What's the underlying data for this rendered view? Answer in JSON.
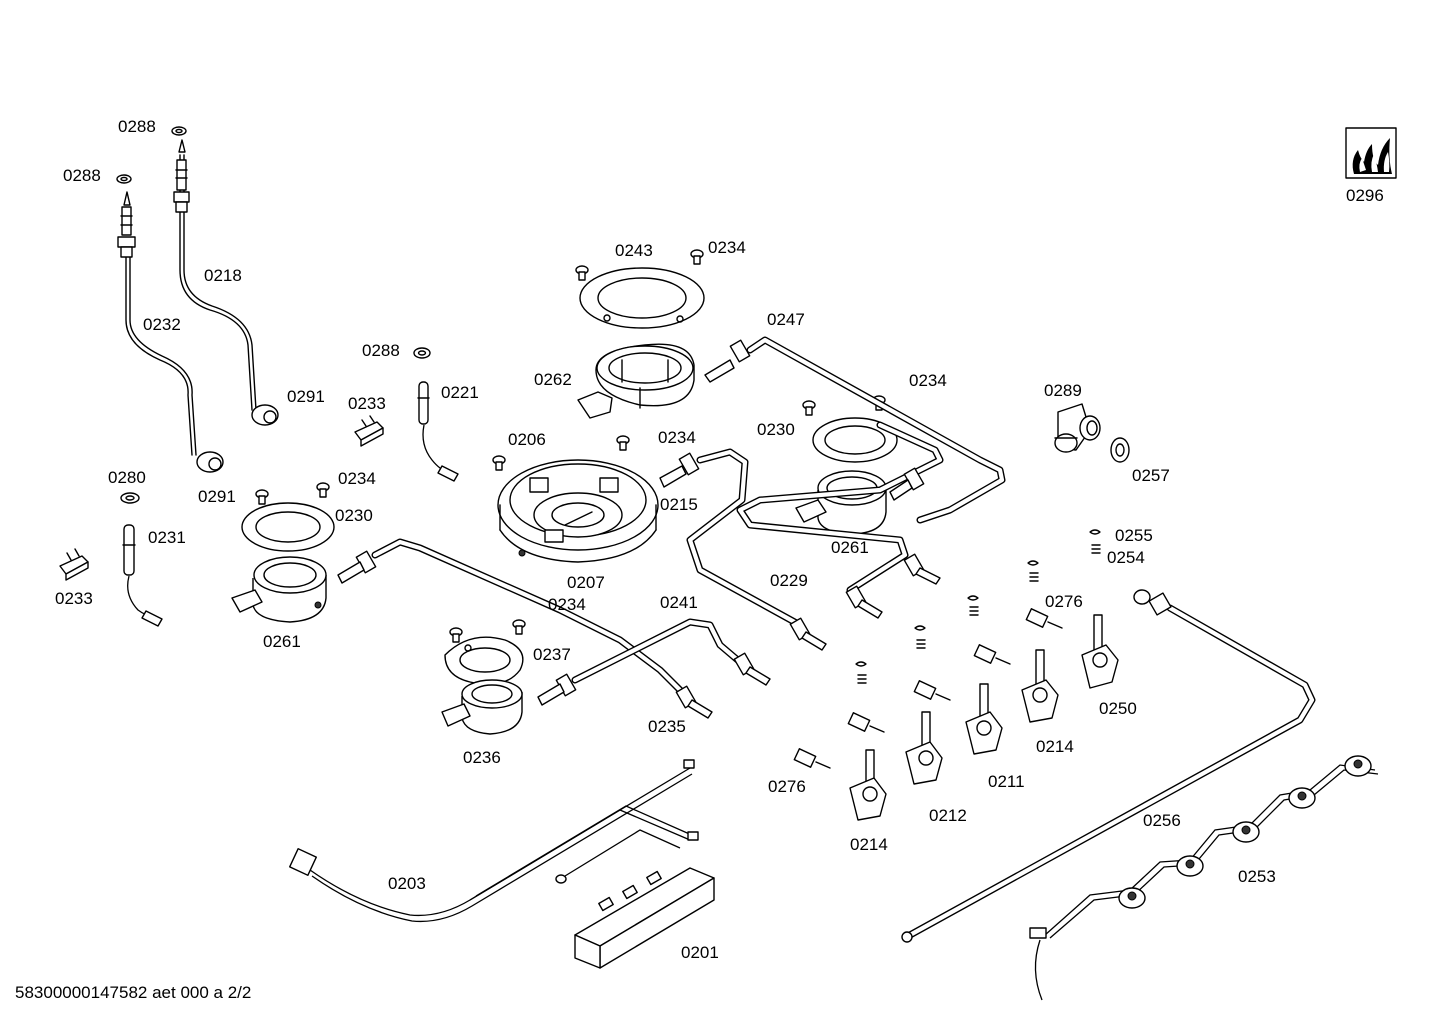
{
  "document_code": "58300000147582 aet 000 a 2/2",
  "flame_icon_label": "0296",
  "labels": {
    "l0288a": "0288",
    "l0288b": "0288",
    "l0288c": "0288",
    "l0218": "0218",
    "l0232": "0232",
    "l0291a": "0291",
    "l0291b": "0291",
    "l0233a": "0233",
    "l0233b": "0233",
    "l0221": "0221",
    "l0280": "0280",
    "l0231": "0231",
    "l0234a": "0234",
    "l0234b": "0234",
    "l0234c": "0234",
    "l0234d": "0234",
    "l0234e": "0234",
    "l0230a": "0230",
    "l0230b": "0230",
    "l0261a": "0261",
    "l0261b": "0261",
    "l0243": "0243",
    "l0262": "0262",
    "l0247": "0247",
    "l0206": "0206",
    "l0207": "0207",
    "l0215": "0215",
    "l0289": "0289",
    "l0257": "0257",
    "l0255": "0255",
    "l0254": "0254",
    "l0276a": "0276",
    "l0276b": "0276",
    "l0229": "0229",
    "l0241": "0241",
    "l0237": "0237",
    "l0235": "0235",
    "l0236": "0236",
    "l0250": "0250",
    "l0214a": "0214",
    "l0214b": "0214",
    "l0211": "0211",
    "l0212": "0212",
    "l0256": "0256",
    "l0253": "0253",
    "l0203": "0203",
    "l0201": "0201"
  }
}
